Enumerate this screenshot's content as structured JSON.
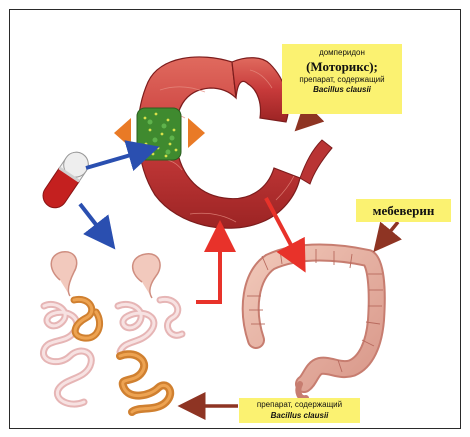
{
  "colors": {
    "label_bg": "#fbf271",
    "blue_arrow": "#2a4fb0",
    "red_arrow": "#e8322a",
    "brown_arrow": "#8e3423",
    "stomach_tissue": "#c73a3a",
    "orange_triangle": "#e97a26"
  },
  "icons": [
    "capsule-icon",
    "stomach-duodenum-illustration",
    "colon-illustration",
    "small-intestine-illustration"
  ],
  "labels": {
    "top": {
      "line1": "домперидон",
      "line2": "(Моторикс);",
      "line3": "препарат, содержащий",
      "line4": "Bacillus clausii"
    },
    "middle": "мебеверин",
    "bottom": {
      "line1": "препарат, содержащий",
      "line2": "Bacillus clausii"
    }
  }
}
